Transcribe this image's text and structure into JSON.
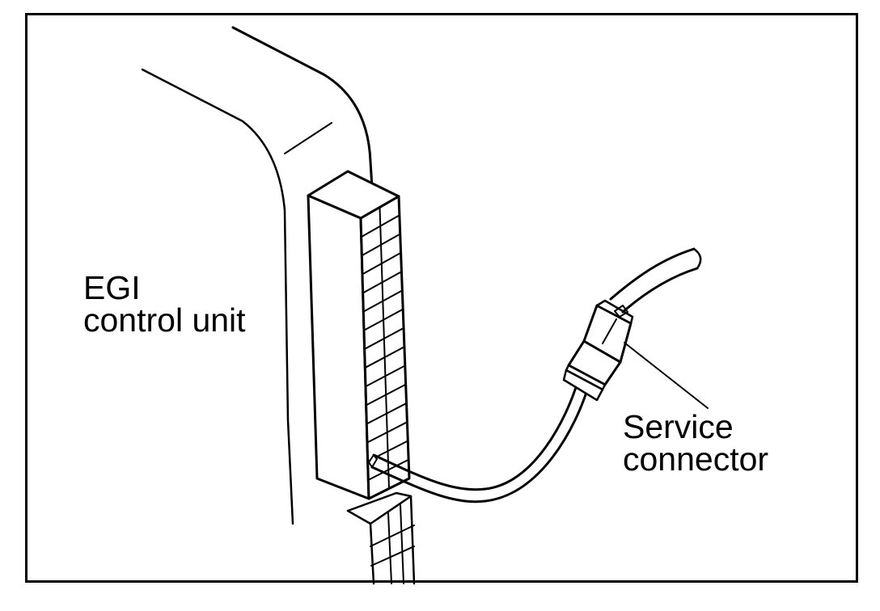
{
  "labels": {
    "control_unit": {
      "line1": "EGI",
      "line2": "control unit"
    },
    "service_connector": {
      "line1": "Service",
      "line2": "connector"
    }
  },
  "colors": {
    "ink": "#000000",
    "paper": "#ffffff"
  }
}
